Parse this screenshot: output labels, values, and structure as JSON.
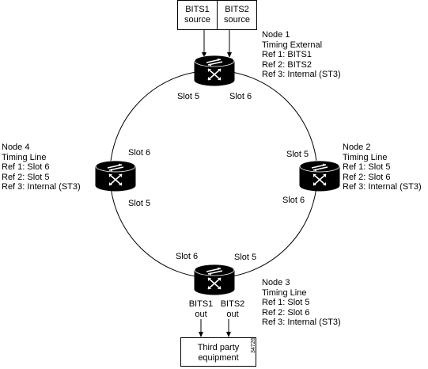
{
  "bits_sources": {
    "bits1": [
      "BITS1",
      "source"
    ],
    "bits2": [
      "BITS2",
      "source"
    ]
  },
  "nodes": [
    {
      "id": "node1",
      "lines": [
        "Node 1",
        "Timing External",
        "Ref 1: BITS1",
        "Ref 2: BITS2",
        "Ref 3: Internal (ST3)"
      ],
      "slots": [
        "Slot 5",
        "Slot 6"
      ]
    },
    {
      "id": "node2",
      "lines": [
        "Node 2",
        "Timing Line",
        "Ref 1: Slot 5",
        "Ref 2: Slot 6",
        "Ref 3: Internal (ST3)"
      ],
      "slots": [
        "Slot 5",
        "Slot 6"
      ]
    },
    {
      "id": "node3",
      "lines": [
        "Node 3",
        "Timing Line",
        "Ref 1: Slot 5",
        "Ref 2: Slot 6",
        "Ref 3: Internal (ST3)"
      ],
      "slots": [
        "Slot 6",
        "Slot 5"
      ]
    },
    {
      "id": "node4",
      "lines": [
        "Node 4",
        "Timing Line",
        "Ref 1: Slot 6",
        "Ref 2: Slot 5",
        "Ref 3: Internal (ST3)"
      ],
      "slots": [
        "Slot 6",
        "Slot 5"
      ]
    }
  ],
  "bits_outputs": {
    "bits1": [
      "BITS1",
      "out"
    ],
    "bits2": [
      "BITS2",
      "out"
    ]
  },
  "third_party": [
    "Third party",
    "equipment"
  ],
  "figure_id": "34726",
  "colors": {
    "stroke": "#000000",
    "node_fill": "#000000",
    "icon": "#ffffff"
  }
}
